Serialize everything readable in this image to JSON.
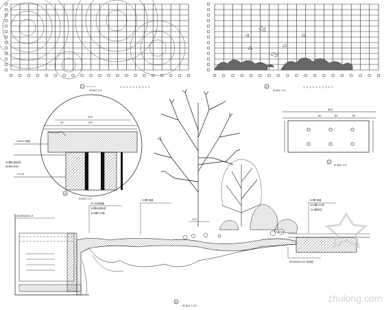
{
  "drawing": {
    "detail_1": {
      "scale": "SCALE 1:5"
    },
    "detail_2": {
      "scale": "SCALE 1:5"
    },
    "detail_3": {
      "scale": "SCALE 1:3",
      "dims": [
        "50",
        "250",
        "140"
      ]
    },
    "detail_4": {
      "scale": "SCALE 1:5",
      "dims": [
        "400",
        "60",
        "60",
        "60"
      ]
    },
    "section": {
      "scale": "SCALE 1:25",
      "dim_width": "470"
    },
    "labels": {
      "top_ticks": "1, 1, 1, 1, 1, 1, 1, 1, 1, 1",
      "section_left_top": "45X45X3D L5",
      "section_left_a": "40 石材饰面",
      "section_left_b": "20厚水泥砂浆",
      "section_left_c": "100厚C20砼",
      "section_mid": "20厚 饰面",
      "section_right_a": "20厚 饰面",
      "section_right_b": "100厚C20砼",
      "section_right_c": "150厚碎石",
      "section_bottom_right": "400X60X100 花岗岩"
    }
  },
  "watermark": {
    "text": "zhulong.com"
  }
}
